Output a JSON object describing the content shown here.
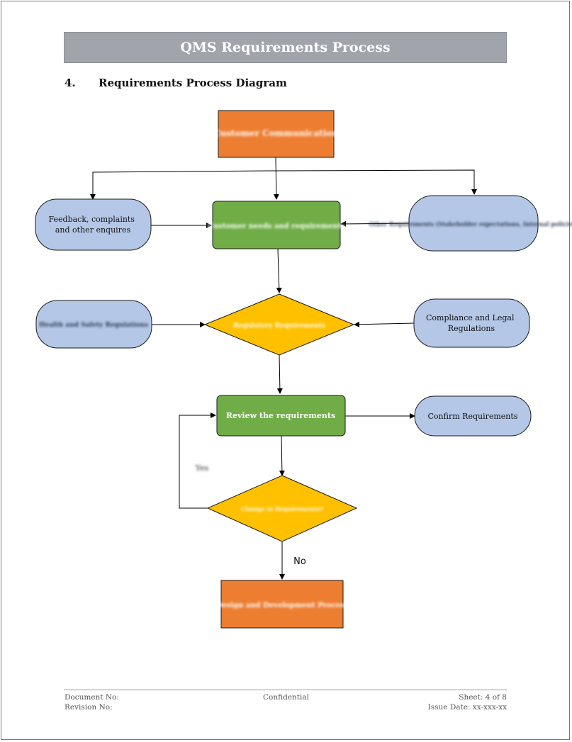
{
  "header": {
    "title": "QMS Requirements Process"
  },
  "section": {
    "number": "4.",
    "title": "Requirements Process Diagram"
  },
  "diagram": {
    "nodes": {
      "customer_communication": "Customer Communication",
      "feedback": [
        "Feedback, complaints",
        "and other enquires"
      ],
      "customer_needs": "Customer needs and requirements",
      "other_requirements": "Other Requirements (Stakeholder expectations, Internal policies)",
      "health_safety": "Health and Safety Regulations",
      "regulatory": "Regulatory Requirements",
      "compliance": [
        "Compliance and Legal",
        "Regulations"
      ],
      "review": "Review the requirements",
      "confirm": "Confirm Requirements",
      "change": "Change in Requirements?",
      "design": "Design and Development Process"
    },
    "edge_labels": {
      "yes": "Yes",
      "no": "No"
    },
    "colors": {
      "orange": "#ed7d31",
      "green": "#70ad47",
      "blue": "#b4c7e7",
      "gold": "#ffc000"
    }
  },
  "footer": {
    "document_no": "Document No:",
    "revision_no": "Revision No:",
    "confidential": "Confidential",
    "sheet": "Sheet: 4 of 8",
    "issue_date": "Issue Date: xx-xxx-xx"
  }
}
